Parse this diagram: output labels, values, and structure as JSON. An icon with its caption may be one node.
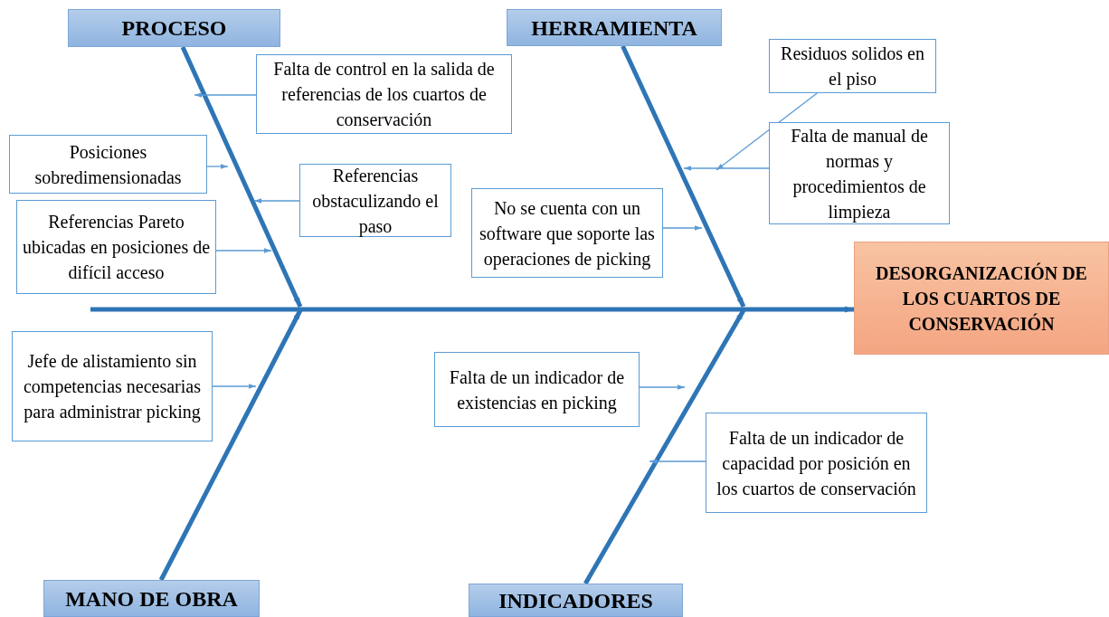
{
  "diagram": {
    "nodes": [
      {
        "text": [
          "PROCESO"
        ]
      },
      {
        "text": [
          "HERRAMIENTA"
        ]
      },
      {
        "text": [
          "Falta de control en la salida de referencias de los cuartos de conservación"
        ]
      },
      {
        "text": [
          "Residuos solidos en el piso"
        ]
      },
      {
        "text": [
          "Posiciones sobredimensionadas"
        ]
      },
      {
        "text": [
          "Referencias obstaculizando el paso"
        ]
      },
      {
        "text": [
          "Falta de manual de normas y procedimientos de limpieza"
        ]
      },
      {
        "text": [
          "No se cuenta con un software que soporte las operaciones de picking"
        ]
      },
      {
        "text": [
          "Referencias Pareto ubicadas en posiciones de difícil acceso"
        ]
      },
      {
        "text": [
          "DESORGANIZACIÓN DE LOS CUARTOS DE CONSERVACIÓN"
        ]
      },
      {
        "text": [
          "Jefe de alistamiento sin competencias necesarias para administrar picking"
        ]
      },
      {
        "text": [
          "Falta de un indicador de existencias en picking"
        ]
      },
      {
        "text": [
          "Falta de un indicador de capacidad por posición en los cuartos de conservación"
        ]
      },
      {
        "text": [
          "MANO DE OBRA"
        ]
      },
      {
        "text": [
          "INDICADORES"
        ]
      }
    ],
    "edges": [
      {
        "from": 0,
        "to": null,
        "arrow": "to",
        "style": "thick",
        "color": "#2e75b6"
      },
      {
        "from": 1,
        "to": null,
        "arrow": "to",
        "style": "thick",
        "color": "#2e75b6"
      },
      {
        "from": 13,
        "to": null,
        "arrow": "to",
        "style": "thick",
        "color": "#2e75b6"
      },
      {
        "from": 14,
        "to": null,
        "arrow": "to",
        "style": "thick",
        "color": "#2e75b6"
      },
      {
        "from": null,
        "to": 9,
        "arrow": "to",
        "style": "thick",
        "color": "#2e75b6"
      },
      {
        "from": 2,
        "to": null,
        "arrow": "to"
      },
      {
        "from": 4,
        "to": null,
        "arrow": "to"
      },
      {
        "from": 5,
        "to": null,
        "arrow": "to"
      },
      {
        "from": 8,
        "to": null,
        "arrow": "to"
      },
      {
        "from": 3,
        "to": null,
        "arrow": "to"
      },
      {
        "from": 6,
        "to": null,
        "arrow": "to"
      },
      {
        "from": 7,
        "to": null,
        "arrow": "to"
      },
      {
        "from": 10,
        "to": null,
        "arrow": "to"
      },
      {
        "from": 11,
        "to": null,
        "arrow": "to"
      },
      {
        "from": 12,
        "to": null,
        "arrow": "to"
      }
    ]
  }
}
